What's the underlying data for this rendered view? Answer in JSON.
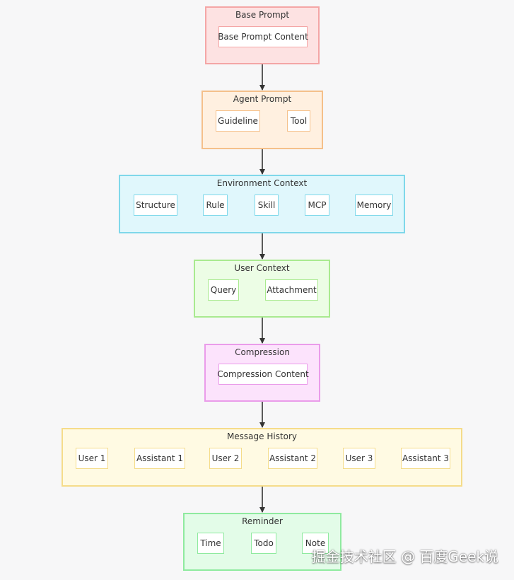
{
  "groups": {
    "base_prompt": {
      "title": "Base Prompt",
      "nodes": [
        "Base Prompt Content"
      ]
    },
    "agent_prompt": {
      "title": "Agent Prompt",
      "nodes": [
        "Guideline",
        "Tool"
      ]
    },
    "environment_context": {
      "title": "Environment Context",
      "nodes": [
        "Structure",
        "Rule",
        "Skill",
        "MCP",
        "Memory"
      ]
    },
    "user_context": {
      "title": "User Context",
      "nodes": [
        "Query",
        "Attachment"
      ]
    },
    "compression": {
      "title": "Compression",
      "nodes": [
        "Compression Content"
      ]
    },
    "message_history": {
      "title": "Message History",
      "nodes": [
        "User 1",
        "Assistant 1",
        "User 2",
        "Assistant 2",
        "User 3",
        "Assistant 3"
      ]
    },
    "reminder": {
      "title": "Reminder",
      "nodes": [
        "Time",
        "Todo",
        "Note"
      ]
    }
  },
  "watermark": "掘金技术社区 @ 百度Geek说",
  "colors": {
    "base_prompt": {
      "fill": "#fde2e2",
      "border": "#f4a6a6"
    },
    "agent_prompt": {
      "fill": "#fff0e0",
      "border": "#f5c08a"
    },
    "environment_context": {
      "fill": "#e0f7fc",
      "border": "#7fd8ea"
    },
    "user_context": {
      "fill": "#ecfde5",
      "border": "#a9ea8f"
    },
    "compression": {
      "fill": "#fce3fc",
      "border": "#ea9cea"
    },
    "message_history": {
      "fill": "#fffae3",
      "border": "#f5dc8a"
    },
    "reminder": {
      "fill": "#e3fce8",
      "border": "#8fea9f"
    },
    "arrow": "#333333"
  }
}
